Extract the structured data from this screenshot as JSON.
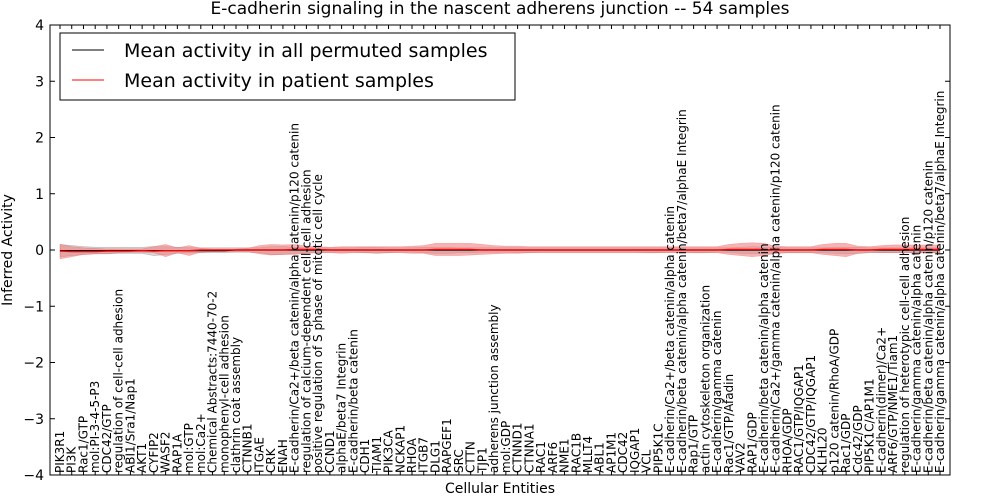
{
  "chart_data": {
    "type": "line",
    "title": "E-cadherin signaling in the nascent adherens junction -- 54 samples",
    "xlabel": "Cellular Entities",
    "ylabel": "Inferred Activity",
    "ylim": [
      -4,
      4
    ],
    "yticks": [
      -4,
      -3,
      -2,
      -1,
      0,
      1,
      2,
      3,
      4
    ],
    "grid": false,
    "legend_position": "top-left",
    "categories": [
      "PIK3R1",
      "PI3K",
      "Rac1/GTP",
      "mol:PI-3-4-5-P3",
      "CDC42/GTP",
      "regulation of cell-cell adhesion",
      "ABI1/Sra1/Nap1",
      "AKT1",
      "CYFIP2",
      "WASF2",
      "RAP1A",
      "mol:GTP",
      "mol:Ca2+",
      "Chemical Abstracts:7440-70-2",
      "monophenyl-cell adhesion",
      "clathrin coat assembly",
      "CTNNB1",
      "ITGAE",
      "CRK",
      "ENAH",
      "E-cadherin/Ca2+/beta catenin/alpha catenin/p120 catenin",
      "regulation of calcium-dependent cell-cell adhesion",
      "positive regulation of S phase of mitotic cell cycle",
      "CCND1",
      "alphaE/beta7 Integrin",
      "E-cadherin/beta catenin",
      "CDH1",
      "TIAM1",
      "PIK3CA",
      "NCKAP1",
      "RHOA",
      "ITGB7",
      "DLG1",
      "RAPGEF1",
      "SRC",
      "CTTN",
      "TJP1",
      "adherens junction assembly",
      "mol:GDP",
      "CTNND1",
      "CTNNA1",
      "RAC1",
      "ARF6",
      "NME1",
      "RAC1B",
      "MLLT4",
      "ABL1",
      "AP1M1",
      "CDC42",
      "IQGAP1",
      "VCL",
      "PIP5K1C",
      "E-cadherin/Ca2+/beta catenin/alpha catenin",
      "E-cadherin/beta catenin/alpha catenin/beta7/alphaE Integrin",
      "Rap1/GTP",
      "actin cytoskeleton organization",
      "E-cadherin/gamma catenin",
      "Rac1/GTP/Afadin",
      "VAV2",
      "RAP1/GDP",
      "E-cadherin/beta catenin/alpha catenin",
      "E-cadherin/Ca2+/gamma catenin/alpha catenin/p120 catenin",
      "RHOA/GDP",
      "RAC1/GTP/IQGAP1",
      "CDC42/GTP/IQGAP1",
      "KLHL20",
      "p120 catenin/RhoA/GDP",
      "Rac1/GDP",
      "Cdc42/GDP",
      "PIP5K1C/AP1M1",
      "E-cadherin(dimer)/Ca2+",
      "ARF6/GTP/NME1/Tiam1",
      "regulation of heterotypic cell-cell adhesion",
      "E-cadherin/gamma catenin/alpha catenin",
      "E-cadherin/beta catenin/alpha catenin/p120 catenin",
      "E-cadherin/gamma catenin/alpha catenin/beta7/alphaE Integrin"
    ],
    "series": [
      {
        "name": "Mean activity in all permuted samples",
        "color": "#000000",
        "values": [
          -0.01,
          -0.01,
          -0.01,
          -0.01,
          -0.01,
          -0.01,
          -0.01,
          -0.01,
          -0.01,
          -0.01,
          -0.01,
          -0.01,
          -0.01,
          -0.01,
          -0.01,
          0,
          0,
          0,
          0,
          0,
          0,
          0,
          0,
          0,
          0,
          0,
          0,
          0,
          0,
          0,
          0,
          0,
          0,
          0,
          0,
          0,
          0,
          0,
          0,
          0,
          0,
          0,
          0,
          0,
          0,
          0,
          0,
          0,
          0,
          0,
          0,
          0,
          0,
          0,
          0,
          0,
          0,
          0,
          0,
          0,
          0,
          0,
          0,
          0,
          0,
          0,
          0,
          0,
          0,
          0,
          0,
          0,
          0,
          0,
          0,
          0
        ],
        "band": {
          "color": "#b0b0b0",
          "lower": [
            -0.12,
            -0.1,
            -0.08,
            -0.07,
            -0.07,
            -0.06,
            -0.06,
            -0.06,
            -0.1,
            -0.08,
            -0.06,
            -0.05,
            -0.05,
            -0.05,
            -0.05,
            -0.04,
            -0.04,
            -0.05,
            -0.08,
            -0.08,
            -0.06,
            -0.05,
            -0.05,
            -0.04,
            -0.04,
            -0.04,
            -0.05,
            -0.06,
            -0.05,
            -0.04,
            -0.04,
            -0.05,
            -0.06,
            -0.06,
            -0.05,
            -0.05,
            -0.04,
            -0.04,
            -0.04,
            -0.05,
            -0.05,
            -0.04,
            -0.04,
            -0.04,
            -0.04,
            -0.04,
            -0.04,
            -0.04,
            -0.04,
            -0.04,
            -0.05,
            -0.05,
            -0.04,
            -0.04,
            -0.05,
            -0.05,
            -0.04,
            -0.04,
            -0.06,
            -0.07,
            -0.06,
            -0.06,
            -0.05,
            -0.05,
            -0.05,
            -0.05,
            -0.06,
            -0.07,
            -0.06,
            -0.05,
            -0.05,
            -0.05,
            -0.05,
            -0.05,
            -0.05,
            -0.05
          ],
          "upper": [
            0.1,
            0.08,
            0.06,
            0.05,
            0.05,
            0.05,
            0.05,
            0.05,
            0.06,
            0.06,
            0.05,
            0.04,
            0.04,
            0.04,
            0.04,
            0.04,
            0.04,
            0.04,
            0.06,
            0.06,
            0.05,
            0.04,
            0.04,
            0.04,
            0.04,
            0.04,
            0.05,
            0.05,
            0.04,
            0.04,
            0.04,
            0.05,
            0.05,
            0.05,
            0.04,
            0.04,
            0.04,
            0.04,
            0.04,
            0.04,
            0.04,
            0.04,
            0.04,
            0.04,
            0.04,
            0.04,
            0.04,
            0.04,
            0.04,
            0.04,
            0.04,
            0.04,
            0.04,
            0.04,
            0.04,
            0.04,
            0.04,
            0.04,
            0.05,
            0.06,
            0.05,
            0.05,
            0.04,
            0.04,
            0.04,
            0.04,
            0.05,
            0.05,
            0.05,
            0.04,
            0.04,
            0.04,
            0.04,
            0.04,
            0.04,
            0.04
          ]
        }
      },
      {
        "name": "Mean activity in patient samples",
        "color": "#ff0000",
        "values": [
          -0.02,
          -0.03,
          -0.03,
          -0.03,
          -0.02,
          -0.02,
          -0.02,
          -0.01,
          -0.02,
          -0.01,
          -0.01,
          -0.01,
          0,
          0,
          0,
          0,
          0,
          0,
          0,
          0,
          0.01,
          0.01,
          0.01,
          0,
          0,
          0,
          0,
          0,
          0,
          0,
          0,
          0,
          0.01,
          0.01,
          0.01,
          0.01,
          0,
          0,
          0,
          0,
          0,
          0,
          0,
          0,
          0,
          0,
          0,
          0,
          0,
          0,
          0,
          0,
          0,
          0,
          0,
          0,
          0,
          0.01,
          0.01,
          0.01,
          0.01,
          0,
          0,
          0,
          0,
          0.01,
          0.01,
          0.01,
          0,
          0,
          0.01,
          0.01,
          0.01,
          0.01,
          0.01,
          0.01
        ],
        "band": {
          "color": "#f08080",
          "lower": [
            -0.16,
            -0.12,
            -0.08,
            -0.07,
            -0.06,
            -0.05,
            -0.04,
            -0.04,
            -0.05,
            -0.12,
            -0.05,
            -0.1,
            -0.04,
            -0.03,
            -0.03,
            -0.03,
            -0.03,
            -0.07,
            -0.09,
            -0.08,
            -0.08,
            -0.06,
            -0.05,
            -0.05,
            -0.06,
            -0.05,
            -0.05,
            -0.05,
            -0.05,
            -0.05,
            -0.06,
            -0.06,
            -0.1,
            -0.1,
            -0.1,
            -0.09,
            -0.08,
            -0.07,
            -0.06,
            -0.06,
            -0.05,
            -0.05,
            -0.05,
            -0.05,
            -0.05,
            -0.05,
            -0.05,
            -0.05,
            -0.05,
            -0.05,
            -0.05,
            -0.05,
            -0.05,
            -0.05,
            -0.05,
            -0.05,
            -0.05,
            -0.08,
            -0.1,
            -0.12,
            -0.1,
            -0.06,
            -0.05,
            -0.05,
            -0.05,
            -0.08,
            -0.1,
            -0.12,
            -0.06,
            -0.04,
            -0.05,
            -0.05,
            -0.05,
            -0.05,
            -0.05,
            -0.05
          ],
          "upper": [
            0.1,
            0.06,
            0.04,
            0.03,
            0.02,
            0.02,
            0.02,
            0.02,
            0.06,
            0.1,
            0.04,
            0.08,
            0.03,
            0.02,
            0.02,
            0.02,
            0.03,
            0.08,
            0.1,
            0.09,
            0.1,
            0.07,
            0.06,
            0.05,
            0.06,
            0.06,
            0.06,
            0.06,
            0.06,
            0.06,
            0.07,
            0.08,
            0.12,
            0.12,
            0.12,
            0.12,
            0.1,
            0.08,
            0.07,
            0.07,
            0.06,
            0.06,
            0.06,
            0.06,
            0.06,
            0.06,
            0.06,
            0.06,
            0.06,
            0.06,
            0.06,
            0.06,
            0.06,
            0.06,
            0.06,
            0.06,
            0.06,
            0.1,
            0.12,
            0.13,
            0.12,
            0.07,
            0.06,
            0.06,
            0.06,
            0.1,
            0.12,
            0.12,
            0.07,
            0.06,
            0.08,
            0.09,
            0.09,
            0.09,
            0.09,
            0.09
          ]
        }
      }
    ]
  }
}
